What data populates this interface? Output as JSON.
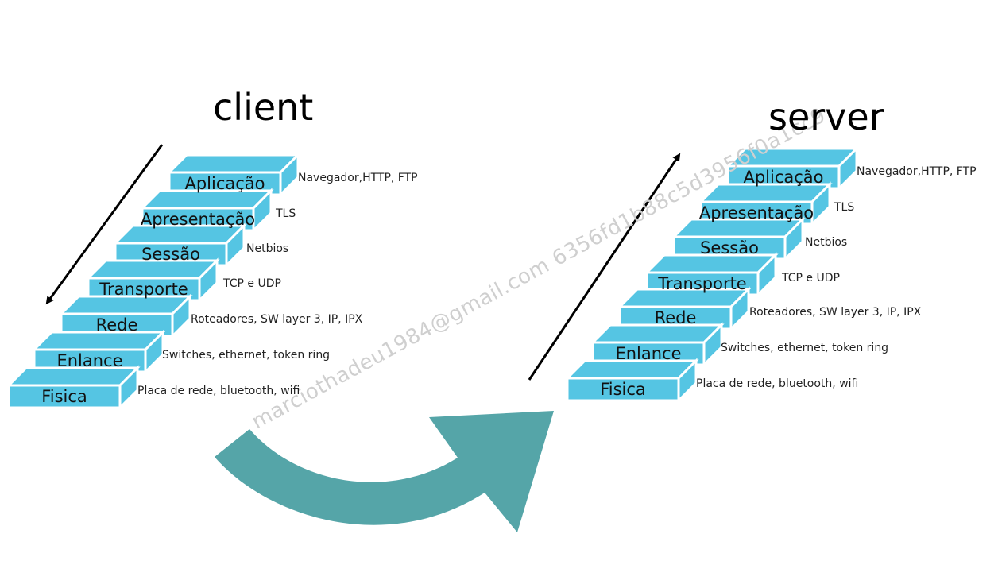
{
  "client": {
    "title": "client",
    "layers": [
      {
        "name": "Aplicação",
        "note": "Navegador,HTTP, FTP"
      },
      {
        "name": "Apresentação",
        "note": "TLS"
      },
      {
        "name": "Sessão",
        "note": "Netbios"
      },
      {
        "name": "Transporte",
        "note": "TCP e UDP"
      },
      {
        "name": "Rede",
        "note": "Roteadores, SW layer 3, IP, IPX"
      },
      {
        "name": "Enlance",
        "note": "Switches, ethernet, token ring"
      },
      {
        "name": "Fisica",
        "note": "Placa de rede, bluetooth, wifi"
      }
    ]
  },
  "server": {
    "title": "server",
    "layers": [
      {
        "name": "Aplicação",
        "note": "Navegador,HTTP, FTP"
      },
      {
        "name": "Apresentação",
        "note": "TLS"
      },
      {
        "name": "Sessão",
        "note": "Netbios"
      },
      {
        "name": "Transporte",
        "note": "TCP e UDP"
      },
      {
        "name": "Rede",
        "note": "Roteadores, SW layer 3, IP, IPX"
      },
      {
        "name": "Enlance",
        "note": "Switches, ethernet, token ring"
      },
      {
        "name": "Fisica",
        "note": "Placa de rede, bluetooth, wifi"
      }
    ]
  },
  "watermark": "marciothadeu1984@gmail.com 6356fd1b88c5d3956f0a1cc9",
  "colors": {
    "step_front": "#55c5e3",
    "step_top": "#55c5e3",
    "step_side": "#55c5e3",
    "step_outline": "#ffffff",
    "curved_arrow": "#55a5a8",
    "line_arrow": "#000000"
  }
}
